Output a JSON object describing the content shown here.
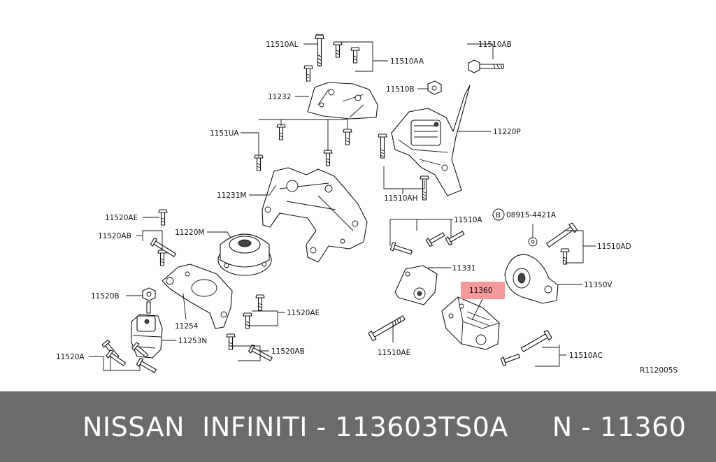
{
  "diagram": {
    "labels": {
      "l_11510AL": "11510AL",
      "l_11510AA": "11510AA",
      "l_11510AB_top": "11510AB",
      "l_11232": "11232",
      "l_11510B": "11510B",
      "l_1151UA": "1151UA",
      "l_11220P": "11220P",
      "l_11231M": "11231M",
      "l_11510AH": "11510AH",
      "l_11520AE_top": "11520AE",
      "l_11520AB_left": "11520AB",
      "l_11220M": "11220M",
      "l_11510A": "11510A",
      "l_08915": "08915-4421A",
      "l_B": "B",
      "l_11510AD": "11510AD",
      "l_11331": "11331",
      "l_11350V": "11350V",
      "l_11520B": "11520B",
      "l_11360": "11360",
      "l_11520AE_mid": "11520AE",
      "l_11254": "11254",
      "l_11253N": "11253N",
      "l_11510AE": "11510AE",
      "l_11520AB_bottom": "11520AB",
      "l_11510AC": "11510AC",
      "l_11520A": "11520A",
      "l_ref": "R112005S"
    },
    "highlight_color": "#f59a9a"
  },
  "footer": {
    "caption": "NISSAN  INFINITI - 113603TS0A     N - 11360",
    "background": "#6b6b6b",
    "text_color": "#ffffff"
  }
}
